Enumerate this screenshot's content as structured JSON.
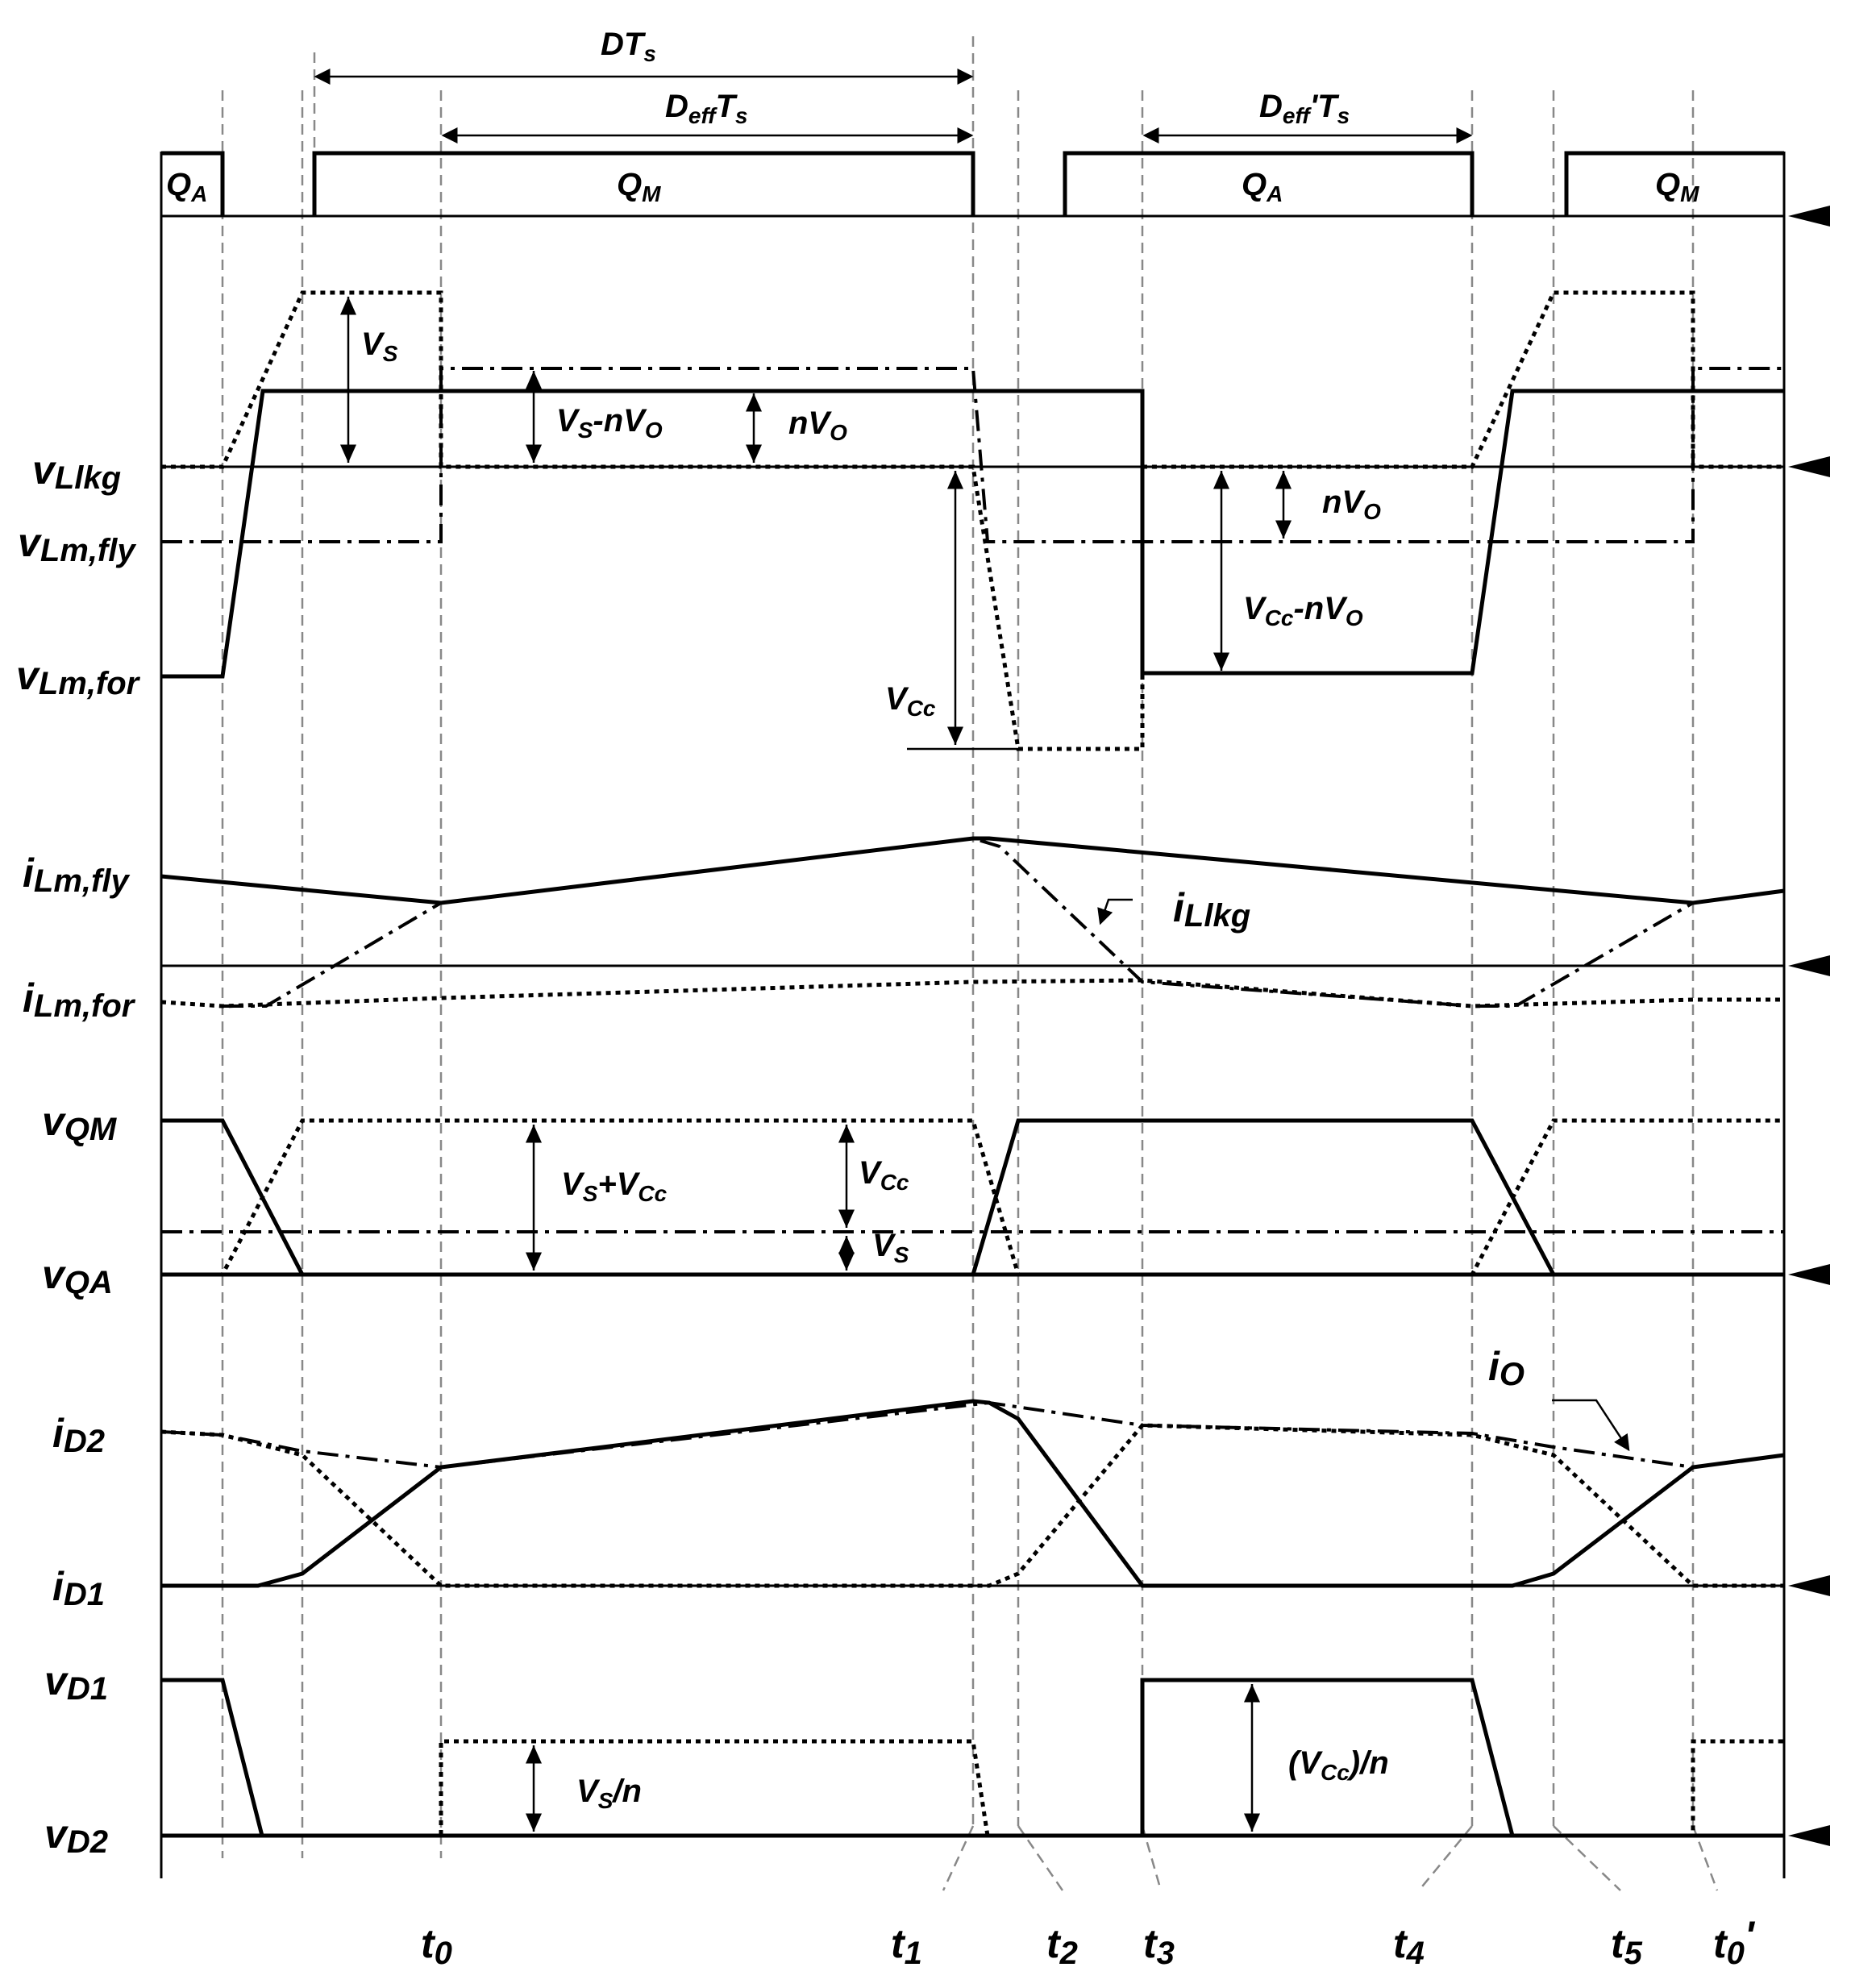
{
  "period": {
    "dts": "DT",
    "dts_sub": "s",
    "deff": "D",
    "deff_sub": "eff",
    "deff_ts": "T",
    "deff_ts_sub": "s",
    "deffp": "D",
    "deffp_sub": "eff",
    "deffp_ts": "'T",
    "deffp_ts_sub": "s"
  },
  "gates": {
    "qa1": "Q",
    "qa1_sub": "A",
    "qm1": "Q",
    "qm1_sub": "M",
    "qa2": "Q",
    "qa2_sub": "A",
    "qm2": "Q",
    "qm2_sub": "M"
  },
  "axis_labels": {
    "vlkg": "v",
    "vlkg_sub": "Llkg",
    "vlmfly": "v",
    "vlmfly_sub": "Lm,fly",
    "vlmfor": "v",
    "vlmfor_sub": "Lm,for",
    "ilmfly": "i",
    "ilmfly_sub": "Lm,fly",
    "ilmfor": "i",
    "ilmfor_sub": "Lm,for",
    "vqm": "v",
    "vqm_sub": "QM",
    "vqa": "v",
    "vqa_sub": "QA",
    "id2": "i",
    "id2_sub": "D2",
    "id1": "i",
    "id1_sub": "D1",
    "vd1": "v",
    "vd1_sub": "D1",
    "vd2": "v",
    "vd2_sub": "D2"
  },
  "annotations": {
    "vs": "V",
    "vs_sub": "S",
    "vsnvo_a": "V",
    "vsnvo_sub1": "S",
    "vsnvo_b": "-nV",
    "vsnvo_sub2": "O",
    "nvo1": "nV",
    "nvo1_sub": "O",
    "nvo2": "nV",
    "nvo2_sub": "O",
    "vccnvo_a": "V",
    "vccnvo_sub1": "Cc",
    "vccnvo_b": "-nV",
    "vccnvo_sub2": "O",
    "vcc1": "V",
    "vcc1_sub": "Cc",
    "ilkg": "i",
    "ilkg_sub": "Llkg",
    "vsvcc_a": "V",
    "vsvcc_sub1": "S",
    "vsvcc_b": "+V",
    "vsvcc_sub2": "Cc",
    "vcc2": "V",
    "vcc2_sub": "Cc",
    "vs2": "V",
    "vs2_sub": "S",
    "io": "i",
    "io_sub": "O",
    "vsn_a": "V",
    "vsn_sub": "S",
    "vsn_b": "/n",
    "vccn_a": "(V",
    "vccn_sub": "Cc",
    "vccn_b": ")/n"
  },
  "time_labels": [
    {
      "t": "t",
      "sub": "0"
    },
    {
      "t": "t",
      "sub": "1"
    },
    {
      "t": "t",
      "sub": "2"
    },
    {
      "t": "t",
      "sub": "3"
    },
    {
      "t": "t",
      "sub": "4"
    },
    {
      "t": "t",
      "sub": "5"
    },
    {
      "t": "t",
      "sub": "0",
      "prime": "'"
    }
  ]
}
